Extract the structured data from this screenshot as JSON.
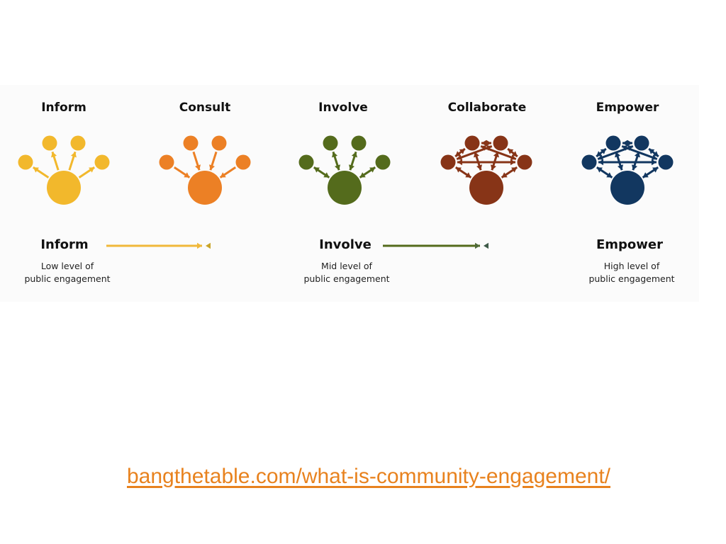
{
  "stages": [
    {
      "label": "Inform",
      "color": "#f2b82c",
      "mode": "out"
    },
    {
      "label": "Consult",
      "color": "#ec8025",
      "mode": "in"
    },
    {
      "label": "Involve",
      "color": "#546b1c",
      "mode": "both"
    },
    {
      "label": "Collaborate",
      "color": "#873417",
      "mode": "network"
    },
    {
      "label": "Empower",
      "color": "#123760",
      "mode": "network"
    }
  ],
  "spectrum": [
    {
      "label": "Inform",
      "line1": "Low level of",
      "line2": "public engagement"
    },
    {
      "label": "Involve",
      "line1": "Mid level of",
      "line2": "public engagement"
    },
    {
      "label": "Empower",
      "line1": "High level of",
      "line2": "public engagement"
    }
  ],
  "link": "bangthetable.com/what-is-community-engagement/"
}
